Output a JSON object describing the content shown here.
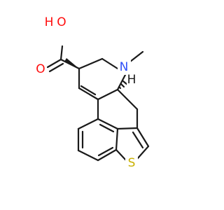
{
  "colors": {
    "bond": "#1a1a1a",
    "oxygen": "#ff0d0d",
    "nitrogen": "#3050f8",
    "sulfur": "#c9b100",
    "carbon_label": "#1a1a1a"
  },
  "atoms": {
    "hydroxyl_o": "O",
    "hydroxyl_h": "H",
    "carbonyl_o": "O",
    "amine_n": "N",
    "stereo_h": "H",
    "thiophene_s": "S"
  }
}
